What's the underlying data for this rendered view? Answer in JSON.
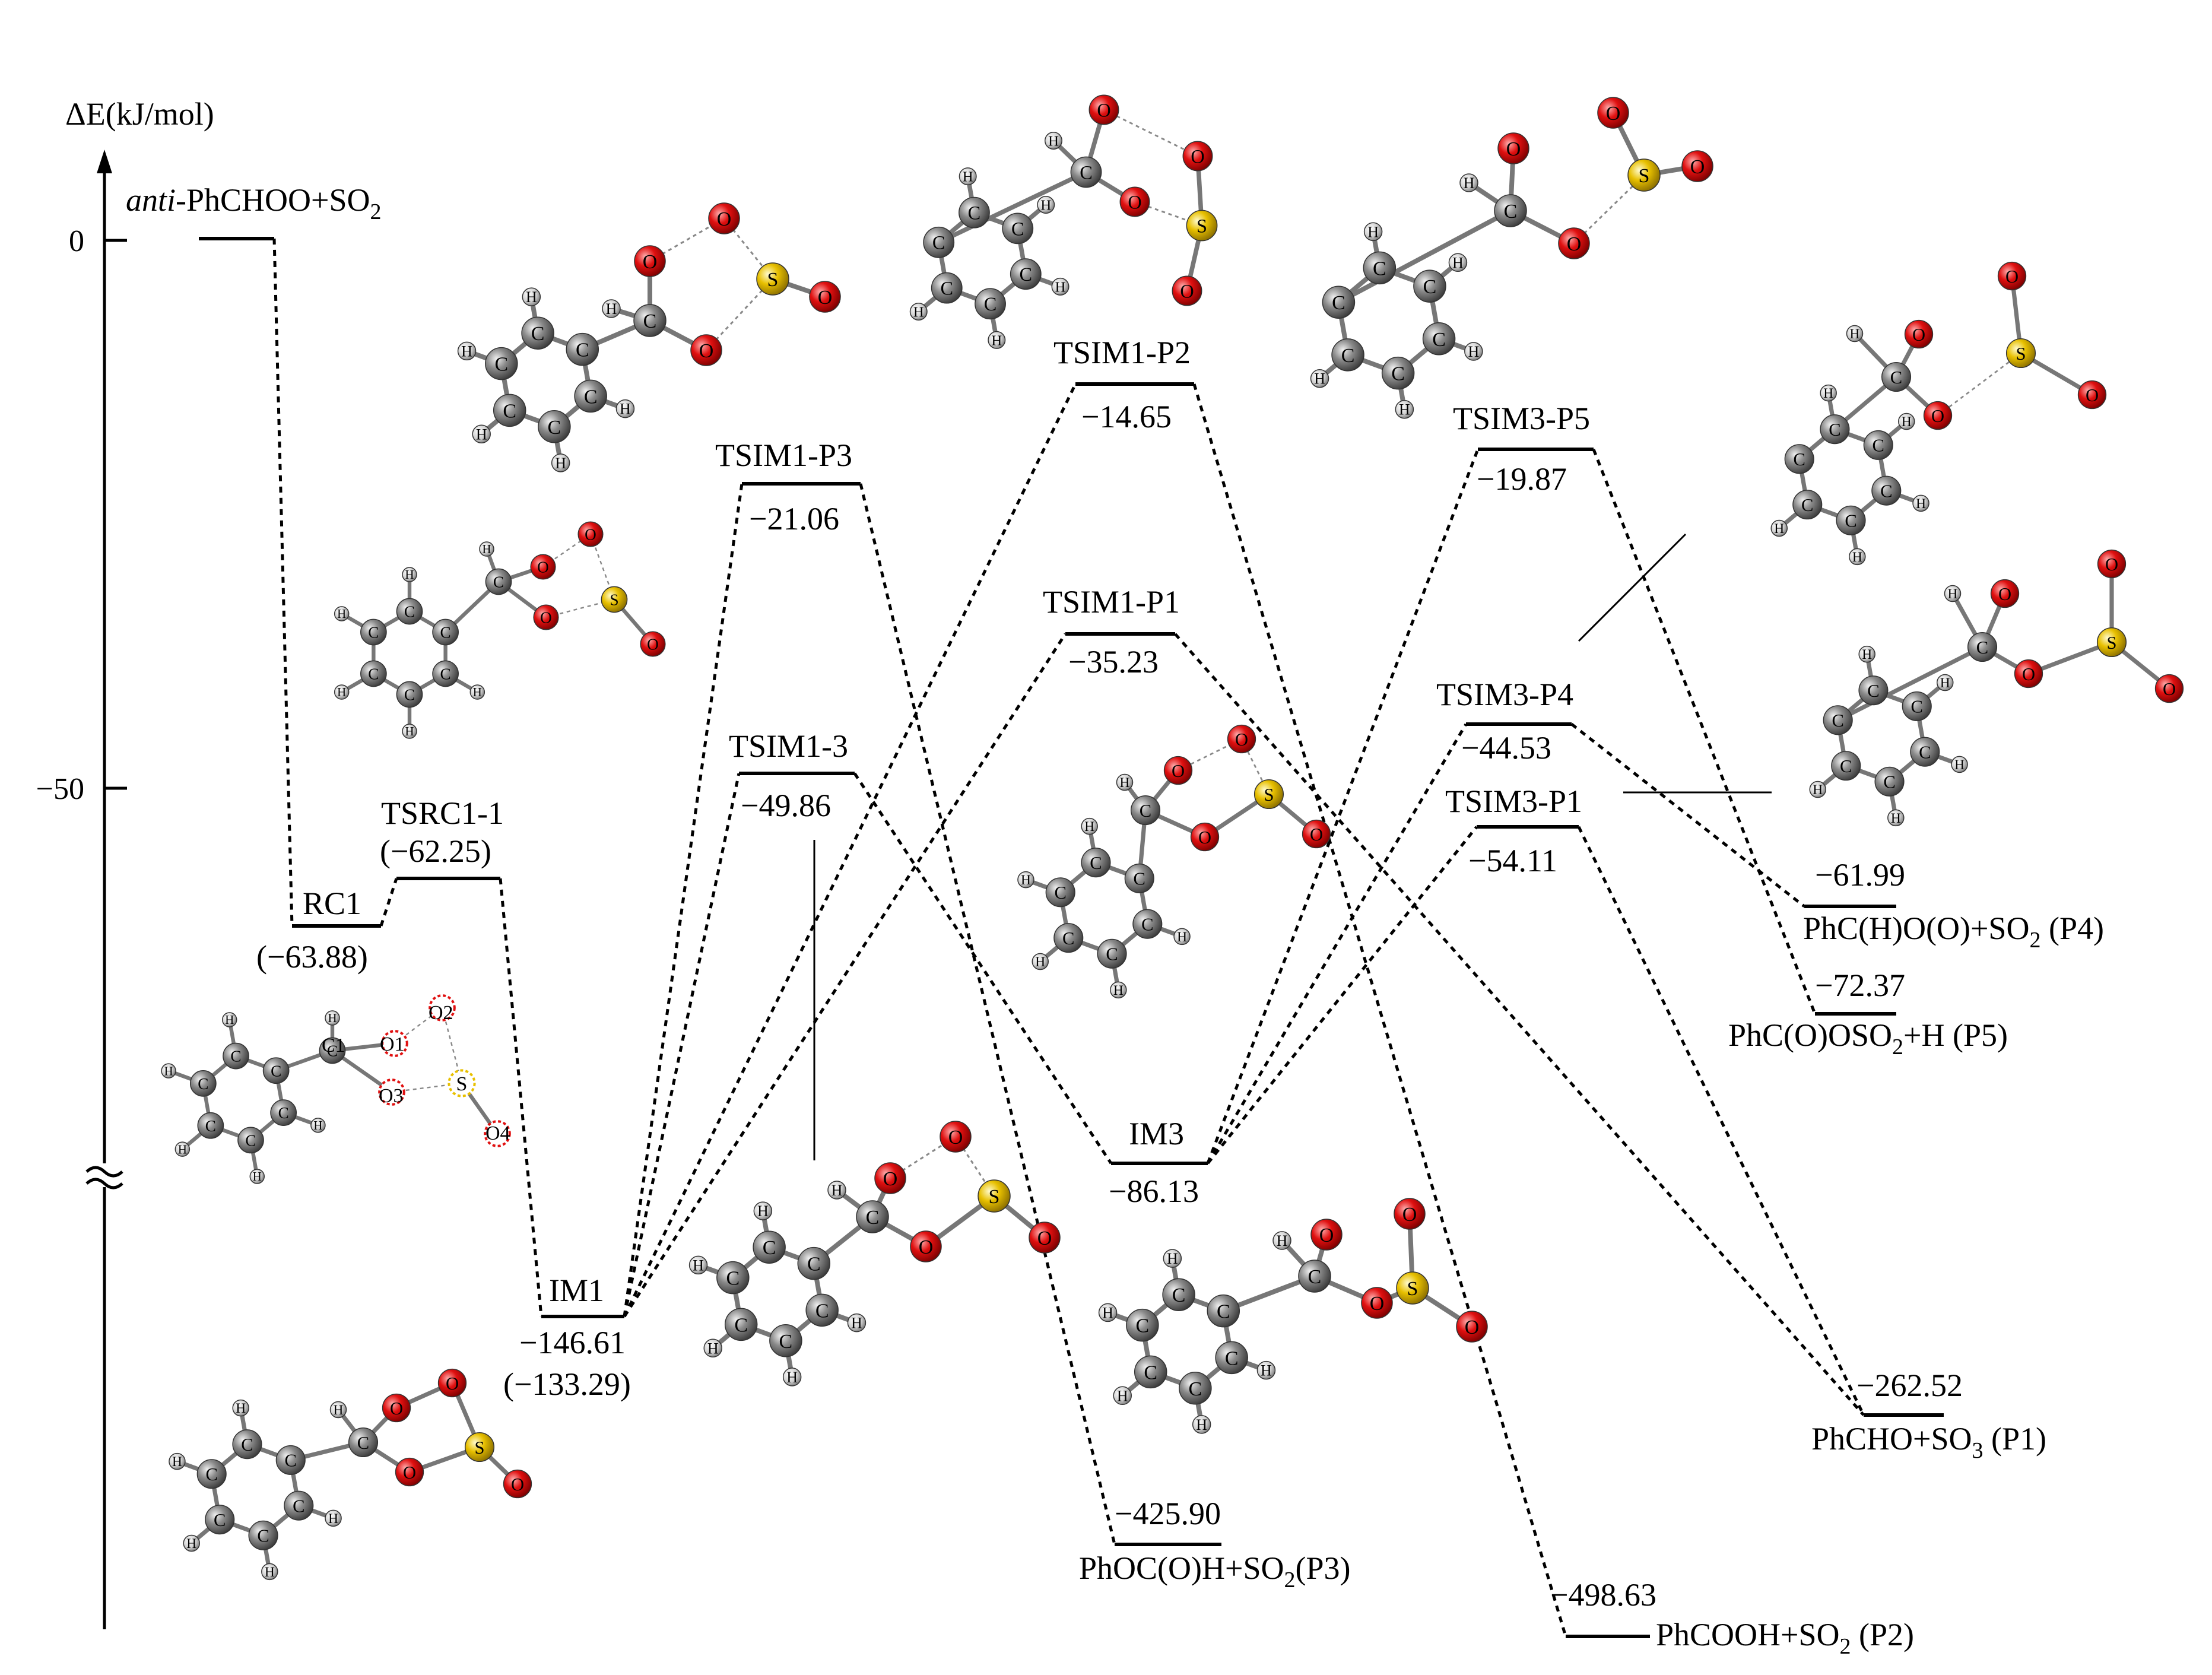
{
  "axis": {
    "label": "ΔE(kJ/mol)",
    "ticks": [
      {
        "value": 0,
        "label": "0"
      },
      {
        "value": -50,
        "label": "−50"
      }
    ],
    "break_symbol": "≈"
  },
  "levels": [
    {
      "id": "start",
      "name_prefix": "anti",
      "name_suffix": "-PhCHOO+SO",
      "name_sub": "2",
      "energy": 0,
      "energy_label": ""
    },
    {
      "id": "RC1",
      "name": "RC1",
      "energy": -63.88,
      "energy_label": "(−63.88)"
    },
    {
      "id": "TSRC1-1",
      "name": "TSRC1-1",
      "energy": -62.25,
      "energy_label": "(−62.25)"
    },
    {
      "id": "IM1",
      "name": "IM1",
      "energy": -146.61,
      "energy_label": "−146.61",
      "energy_label2": "(−133.29)"
    },
    {
      "id": "TSIM1-P3",
      "name": "TSIM1-P3",
      "energy": -21.06,
      "energy_label": "−21.06"
    },
    {
      "id": "TSIM1-3",
      "name": "TSIM1-3",
      "energy": -49.86,
      "energy_label": "−49.86"
    },
    {
      "id": "TSIM1-P2",
      "name": "TSIM1-P2",
      "energy": -14.65,
      "energy_label": "−14.65"
    },
    {
      "id": "TSIM1-P1",
      "name": "TSIM1-P1",
      "energy": -35.23,
      "energy_label": "−35.23"
    },
    {
      "id": "IM3",
      "name": "IM3",
      "energy": -86.13,
      "energy_label": "−86.13"
    },
    {
      "id": "P3",
      "name_main": "PhOC(O)H+SO",
      "name_sub": "2",
      "name_tail": "(P3)",
      "energy": -425.9,
      "energy_label": "−425.90"
    },
    {
      "id": "TSIM3-P5",
      "name": "TSIM3-P5",
      "energy": -19.87,
      "energy_label": "−19.87"
    },
    {
      "id": "TSIM3-P4",
      "name": "TSIM3-P4",
      "energy": -44.53,
      "energy_label": "−44.53"
    },
    {
      "id": "TSIM3-P1",
      "name": "TSIM3-P1",
      "energy": -54.11,
      "energy_label": "−54.11"
    },
    {
      "id": "P4",
      "name_main": "PhC(H)O(O)+SO",
      "name_sub": "2",
      "name_tail": " (P4)",
      "energy": -61.99,
      "energy_label": "−61.99"
    },
    {
      "id": "P5",
      "name_main": "PhC(O)OSO",
      "name_sub": "2",
      "name_tail": "+H (P5)",
      "energy": -72.37,
      "energy_label": "−72.37"
    },
    {
      "id": "P1",
      "name_main": "PhCHO+SO",
      "name_sub": "3",
      "name_tail": " (P1)",
      "energy": -262.52,
      "energy_label": "−262.52"
    },
    {
      "id": "P2",
      "name_main": "PhCOOH+SO",
      "name_sub": "2",
      "name_tail": " (P2)",
      "energy": -498.63,
      "energy_label": "−498.63"
    }
  ],
  "connections": [
    [
      "start",
      "RC1"
    ],
    [
      "RC1",
      "TSRC1-1"
    ],
    [
      "TSRC1-1",
      "IM1"
    ],
    [
      "IM1",
      "TSIM1-P3"
    ],
    [
      "IM1",
      "TSIM1-3"
    ],
    [
      "IM1",
      "TSIM1-P2"
    ],
    [
      "IM1",
      "TSIM1-P1"
    ],
    [
      "TSIM1-P3",
      "P3"
    ],
    [
      "TSIM1-3",
      "IM3"
    ],
    [
      "TSIM1-P2",
      "P2"
    ],
    [
      "TSIM1-P1",
      "P1"
    ],
    [
      "IM3",
      "TSIM3-P5"
    ],
    [
      "IM3",
      "TSIM3-P4"
    ],
    [
      "IM3",
      "TSIM3-P1"
    ],
    [
      "TSIM3-P5",
      "P5"
    ],
    [
      "TSIM3-P4",
      "P4"
    ],
    [
      "TSIM3-P1",
      "P1"
    ]
  ],
  "atom_labels": {
    "carbon": "C",
    "hydrogen": "H",
    "oxygen": "O",
    "sulfur": "S"
  },
  "rc1_atom_labels": [
    "C1",
    "O1",
    "O2",
    "O3",
    "O4"
  ],
  "colors": {
    "carbon": "#7a7a7a",
    "hydrogen": "#d9d9d9",
    "oxygen": "#e01010",
    "sulfur": "#e8c000",
    "line": "#000000"
  }
}
